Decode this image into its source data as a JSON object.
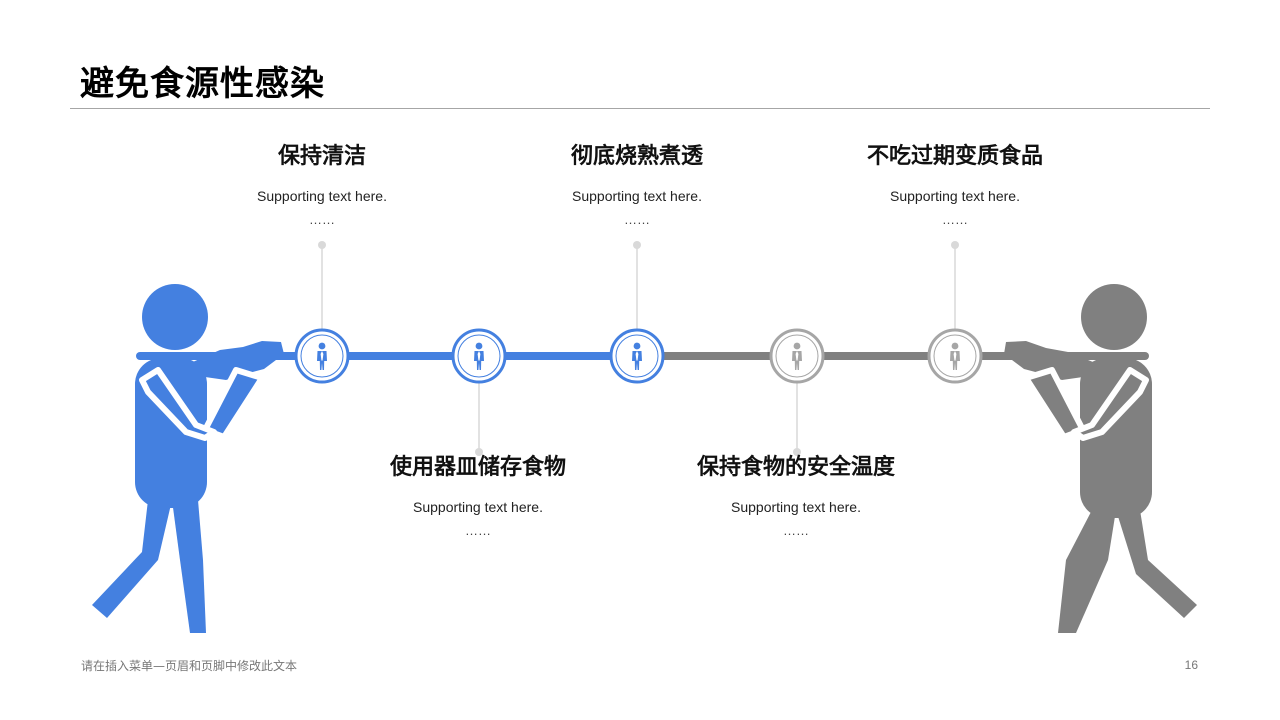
{
  "title": "避免食源性感染",
  "colors": {
    "accent_blue": "#4480E0",
    "inactive_gray": "#808080",
    "connector": "#D9D9D9"
  },
  "items_top": [
    {
      "title": "保持清洁",
      "text": "Supporting text here.",
      "dots": "……"
    },
    {
      "title": "彻底烧熟煮透",
      "text": "Supporting text here.",
      "dots": "……"
    },
    {
      "title": "不吃过期变质食品",
      "text": "Supporting text here.",
      "dots": "……"
    }
  ],
  "items_bottom": [
    {
      "title": "使用器皿储存食物",
      "text": "Supporting text here.",
      "dots": "……"
    },
    {
      "title": "保持食物的安全温度",
      "text": "Supporting text here.",
      "dots": "……"
    }
  ],
  "nodes": [
    {
      "icon": "person-tie-icon",
      "state": "active"
    },
    {
      "icon": "person-tie-icon",
      "state": "active"
    },
    {
      "icon": "person-tie-icon",
      "state": "active"
    },
    {
      "icon": "person-tie-icon",
      "state": "inactive"
    },
    {
      "icon": "person-tie-icon",
      "state": "inactive"
    }
  ],
  "footer": {
    "text": "请在插入菜单—页眉和页脚中修改此文本",
    "page_number": "16"
  }
}
